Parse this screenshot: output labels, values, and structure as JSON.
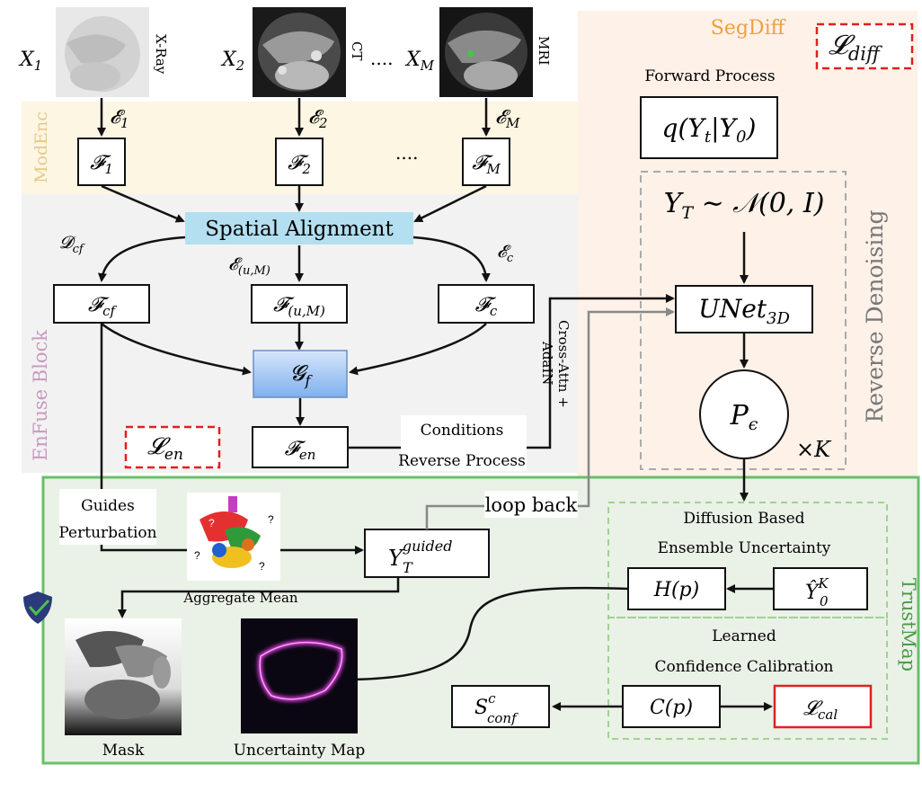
{
  "panels": {
    "segdiff": {
      "title": "SegDiff",
      "forward_process": "Forward Process",
      "reverse_denoising": "Reverse Denoising",
      "loss": "𝓛",
      "loss_sub": "diff"
    },
    "modenc": {
      "title": "ModEnc"
    },
    "enfuse": {
      "title": "EnFuse Block",
      "loss": "𝓛",
      "loss_sub": "en"
    },
    "trustmap": {
      "title": "TrustMap"
    }
  },
  "inputs": [
    {
      "var": "X",
      "sub": "1",
      "modality": "X-Ray",
      "encoder": "𝓔",
      "encoder_sub": "1",
      "feature": "𝓕",
      "feature_sub": "1"
    },
    {
      "var": "X",
      "sub": "2",
      "modality": "CT",
      "encoder": "𝓔",
      "encoder_sub": "2",
      "feature": "𝓕",
      "feature_sub": "2"
    },
    {
      "var": "X",
      "sub": "M",
      "modality": "MRI",
      "encoder": "𝓔",
      "encoder_sub": "M",
      "feature": "𝓕",
      "feature_sub": "M"
    }
  ],
  "dots": "....",
  "spatial_alignment": "Spatial Alignment",
  "fusion": {
    "left_edge": "𝓓",
    "left_edge_sub": "cf",
    "mid_edge": "𝓔",
    "mid_edge_sub": "(u,M)",
    "right_edge": "𝓔",
    "right_edge_sub": "c",
    "left_box": "𝓕",
    "left_box_sub": "cf",
    "mid_box": "𝓕",
    "mid_box_sub": "(u,M)",
    "right_box": "𝓕",
    "right_box_sub": "c",
    "gate": "𝓖",
    "gate_sub": "f",
    "output": "𝓕",
    "output_sub": "en"
  },
  "conditions": {
    "line1": "Conditions",
    "line2": "Reverse Process"
  },
  "cross_attn": {
    "line1": "Cross-Attn +",
    "line2": "AdaIN"
  },
  "diffusion": {
    "q": "q(Y",
    "q_t": "t",
    "q_mid": "|Y",
    "q_0": "0",
    "q_end": ")",
    "prior": "Y",
    "prior_sub": "T",
    "prior_rest": " ∼ 𝒩(0, I)",
    "unet": "UNet",
    "unet_sub": "3D",
    "p": "P",
    "p_sub": "ϵ",
    "times": "×K"
  },
  "trustmap": {
    "guides": "Guides",
    "perturbation": "Perturbation",
    "aggregate": "Aggregate Mean",
    "guided": "Y",
    "guided_sub": "T",
    "guided_sup": "guided",
    "loop_back": "loop back",
    "ensemble_line1": "Diffusion Based",
    "ensemble_line2": "Ensemble Uncertainty",
    "entropy": "H(p)",
    "yhat": "Ŷ",
    "yhat_sub": "0",
    "yhat_sup": "K",
    "calib_line1": "Learned",
    "calib_line2": "Confidence Calibration",
    "conf": "C(p)",
    "score": "S",
    "score_sub": "conf",
    "score_sup": "c",
    "cal_loss": "𝓛",
    "cal_loss_sub": "cal",
    "mask_label": "Mask",
    "umap_label": "Uncertainty Map"
  },
  "colors": {
    "segdiff_bg": "#fdf1e8",
    "segdiff_title": "#f0a040",
    "modenc_bg": "#fdf6e3",
    "modenc_title": "#e6c98a",
    "enfuse_bg": "#f2f2f2",
    "enfuse_title": "#c79ac0",
    "trust_bg": "#eaf1e7",
    "trust_border": "#6abf69",
    "trust_title": "#4a9a4a",
    "spatial_bg": "#b3dff0",
    "gate_bg": "#a7c8f0",
    "loss_red": "#e02020",
    "uncert_glow": "#e040e0"
  },
  "icons": {
    "shield": "shield-check-icon",
    "organs": "organ-perturbation-icon"
  }
}
